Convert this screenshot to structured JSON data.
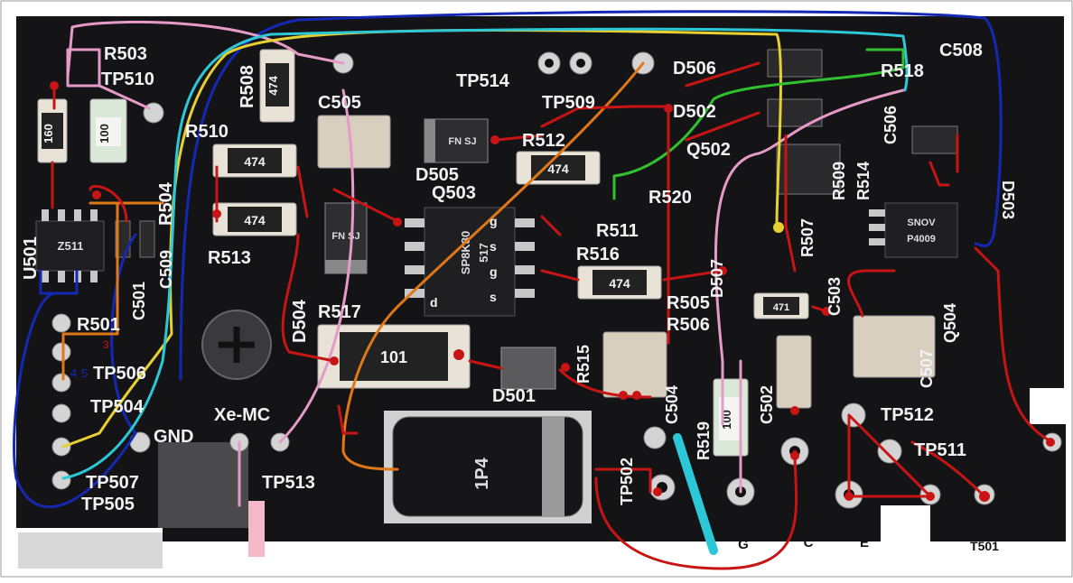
{
  "colors": {
    "board": "#141416",
    "silkscreen": "#f2f2f2",
    "trace_red": "#c81414",
    "trace_blue": "#1428b4",
    "trace_pink": "#e69ac8",
    "trace_yellow": "#e8d030",
    "trace_orange": "#e07818",
    "trace_cyan": "#2cc8d8",
    "trace_green": "#30c030"
  },
  "silk": {
    "r503": "R503",
    "tp510": "TP510",
    "r510": "R510",
    "r508": "R508",
    "c505": "C505",
    "tp514": "TP514",
    "tp509": "TP509",
    "d506": "D506",
    "r518": "R518",
    "c508": "C508",
    "d502": "D502",
    "c506": "C506",
    "r504": "R504",
    "d505": "D505",
    "q503": "Q503",
    "r512": "R512",
    "q502": "Q502",
    "r509": "R509",
    "r514": "R514",
    "d503": "D503",
    "u501": "U501",
    "c501": "C501",
    "c509": "C509",
    "r513": "R513",
    "r511": "R511",
    "r520": "R520",
    "r507": "R507",
    "r516": "R516",
    "d507": "D507",
    "c503": "C503",
    "q504": "Q504",
    "d504": "D504",
    "r517": "R517",
    "r505": "R505",
    "r506": "R506",
    "r501": "R501",
    "tp506": "TP506",
    "tp504": "TP504",
    "tp507": "TP507",
    "tp505": "TP505",
    "gnd": "GND",
    "xemc": "Xe-MC",
    "tp513": "TP513",
    "d501": "D501",
    "r515": "R515",
    "c504": "C504",
    "tp502": "TP502",
    "r519": "R519",
    "c502": "C502",
    "c507": "C507",
    "tp512": "TP512",
    "tp511": "TP511"
  },
  "chips": {
    "q503_marking_1": "SP8K80",
    "q503_marking_2": "517",
    "u501_marking": "Z511",
    "q504_marking_1": "SNOV",
    "q504_marking_2": "P4009",
    "d501_marking": "1P4",
    "d504_marking": "FN SJ",
    "d505_marking": "FN SJ"
  },
  "resistor_codes": {
    "r508": "474",
    "r510": "474",
    "r513": "474",
    "r512": "474",
    "r516": "474",
    "r517": "101",
    "r503": "160",
    "tp510_part": "100",
    "r519": "100",
    "r505": "471"
  },
  "pin_labels": {
    "g1": "g",
    "s1": "s",
    "g2": "g",
    "s2": "s",
    "d": "d"
  },
  "annotations": {
    "gate": "G",
    "collector": "C",
    "emitter": "E",
    "t501": "T501",
    "n3": "3",
    "n4": "4",
    "n5": "5"
  }
}
